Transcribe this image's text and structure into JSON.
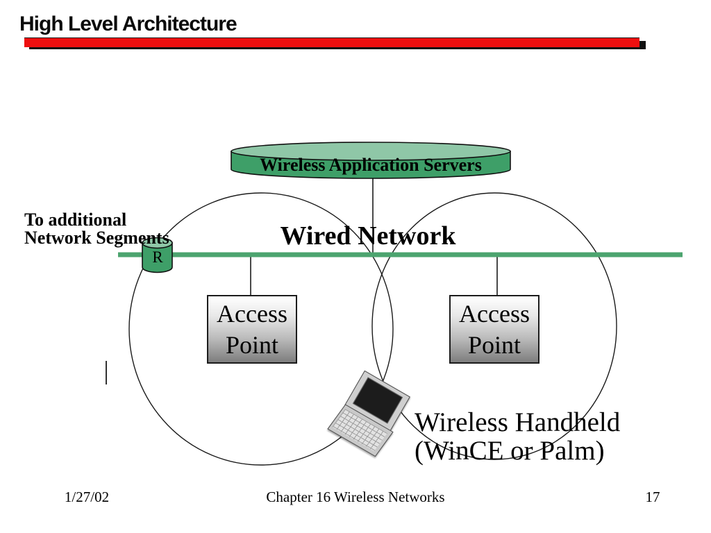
{
  "header": {
    "title": "High Level Architecture"
  },
  "colors": {
    "accent_red": "#ee0f0f",
    "network_green": "#4ca46f",
    "cylinder_green": "#3e9f68",
    "cylinder_green_light": "#8fc7a7"
  },
  "diagram": {
    "servers_label": "Wireless Application Servers",
    "wired_network_label": "Wired Network",
    "segments_note": {
      "line1": "To additional",
      "line2": "Network Segments"
    },
    "router_label": "R",
    "access_points": [
      {
        "line1": "Access",
        "line2": "Point"
      },
      {
        "line1": "Access",
        "line2": "Point"
      }
    ],
    "handheld": {
      "line1": "Wireless Handheld",
      "line2": "(WinCE or Palm)"
    }
  },
  "footer": {
    "date": "1/27/02",
    "title": "Chapter 16 Wireless Networks",
    "page_number": "17"
  }
}
